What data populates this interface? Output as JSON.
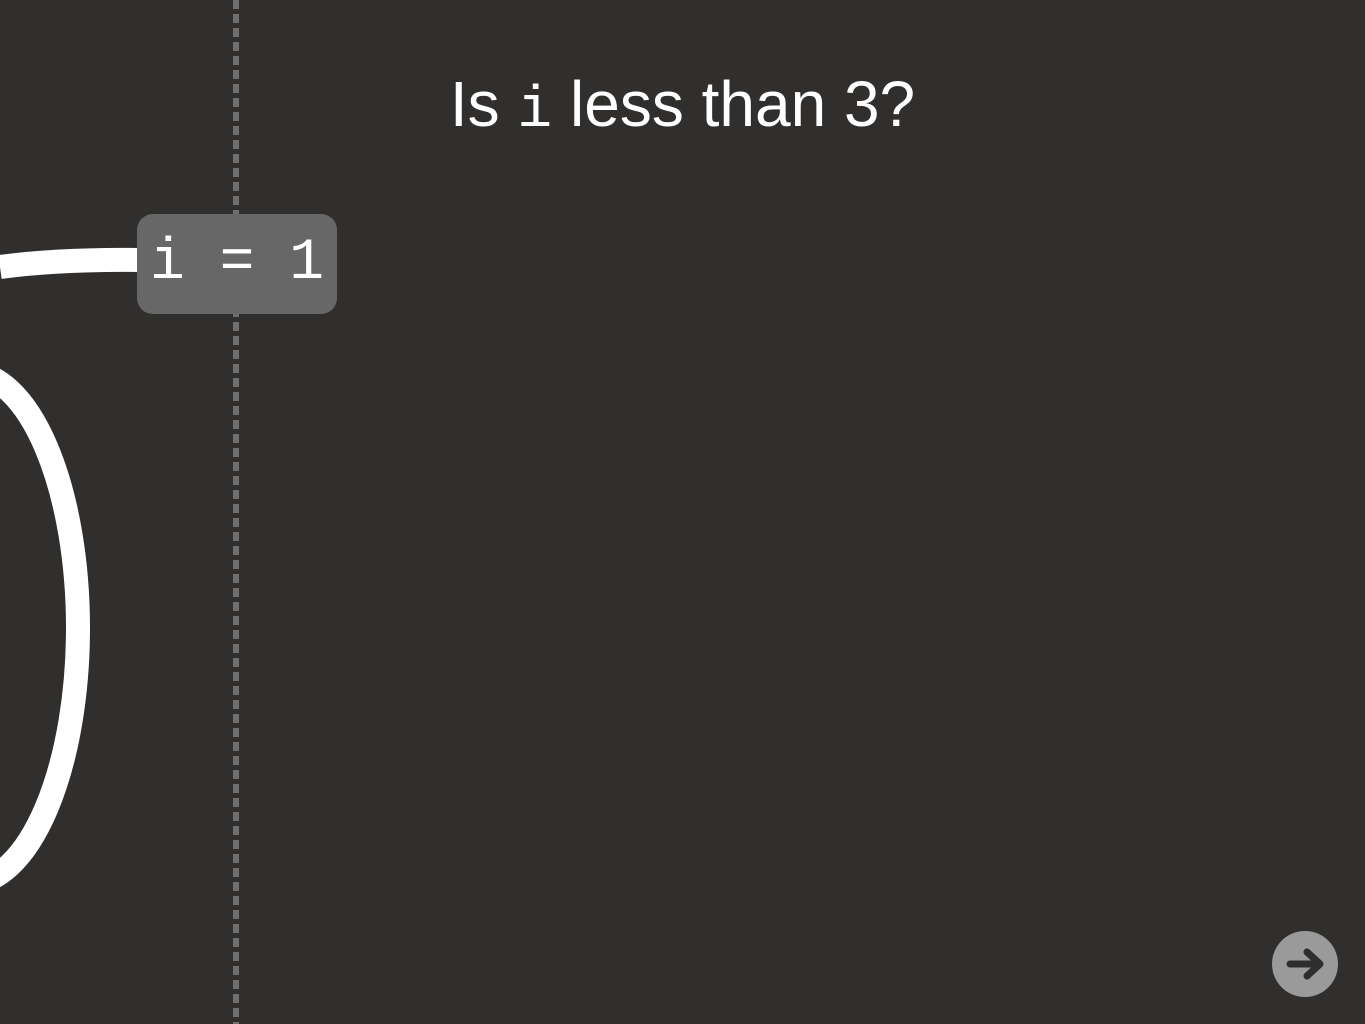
{
  "prompt": {
    "prefix": "Is ",
    "variable": "i",
    "suffix": " less than 3?"
  },
  "state": {
    "expression": "i = 1"
  },
  "navigation": {
    "next_icon": "arrow-right-icon"
  },
  "colors": {
    "background": "#302f2e",
    "track": "#ffffff",
    "variable_box": "#676767",
    "divider": "#6f6f6f",
    "next_button": "#9a9a9a",
    "next_arrow": "#2e2e2e"
  }
}
